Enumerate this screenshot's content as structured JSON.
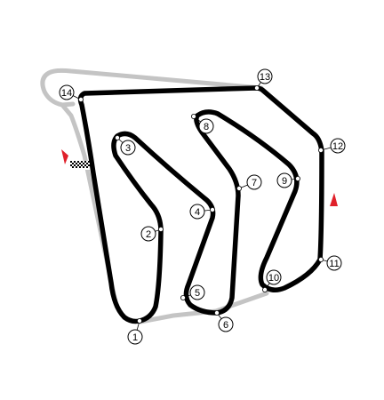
{
  "diagram": {
    "colors": {
      "track": "#000000",
      "pit_lane": "#c4c4c4",
      "marker_fill": "#ffffff",
      "direction_arrow": "#e0202a"
    },
    "corners": [
      {
        "id": "c1",
        "label": "1"
      },
      {
        "id": "c2",
        "label": "2"
      },
      {
        "id": "c3",
        "label": "3"
      },
      {
        "id": "c4",
        "label": "4"
      },
      {
        "id": "c5",
        "label": "5"
      },
      {
        "id": "c6",
        "label": "6"
      },
      {
        "id": "c7",
        "label": "7"
      },
      {
        "id": "c8",
        "label": "8"
      },
      {
        "id": "c9",
        "label": "9"
      },
      {
        "id": "c10",
        "label": "10"
      },
      {
        "id": "c11",
        "label": "11"
      },
      {
        "id": "c12",
        "label": "12"
      },
      {
        "id": "c13",
        "label": "13"
      },
      {
        "id": "c14",
        "label": "14"
      }
    ],
    "icons": [
      "start-finish-flag-icon",
      "direction-arrow-icon"
    ]
  }
}
